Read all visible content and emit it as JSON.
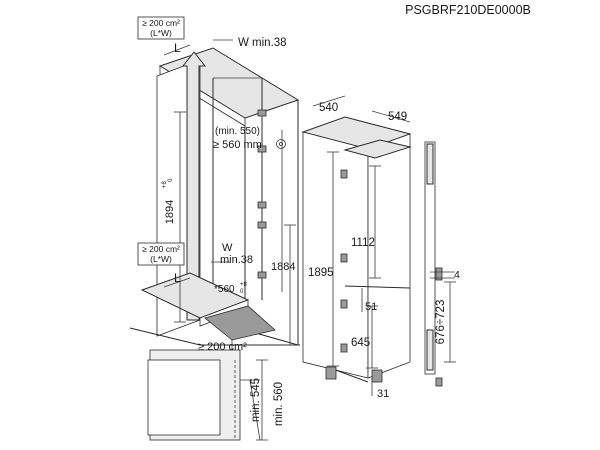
{
  "model_code": "PSGBRF210DE0000B",
  "vent_top": {
    "line1": "≥ 200 cm²",
    "line2": "(L*W)"
  },
  "vent_bottom": {
    "line1": "≥ 200 cm²",
    "line2": "(L*W)"
  },
  "labels": {
    "L_top": "L",
    "W_min_top": "W min.38",
    "min_550": "(min. 550)",
    "ge_560": "≥ 560 mm",
    "niche_1894": "1894",
    "niche_1894_tol": "+8",
    "niche_1894_tol2": "0",
    "W_bottom": "W",
    "min38_bottom": "min.38",
    "L_bottom": "L",
    "plinth_560": "*560",
    "plinth_560_tol": "+8",
    "plinth_560_tol2": "0",
    "niche_1884": "1884",
    "floor_vent": "≥ 200 cm²",
    "depth_540": "540",
    "width_549": "549",
    "height_1895": "1895",
    "height_1112": "1112",
    "gap_51": "51",
    "height_645": "645",
    "gap_31": "31",
    "gap_4": "4",
    "door_676_723": "676÷723",
    "min_545": "min. 545",
    "min_560": "min. 560"
  },
  "icons": {
    "info": "info-circle-icon"
  }
}
